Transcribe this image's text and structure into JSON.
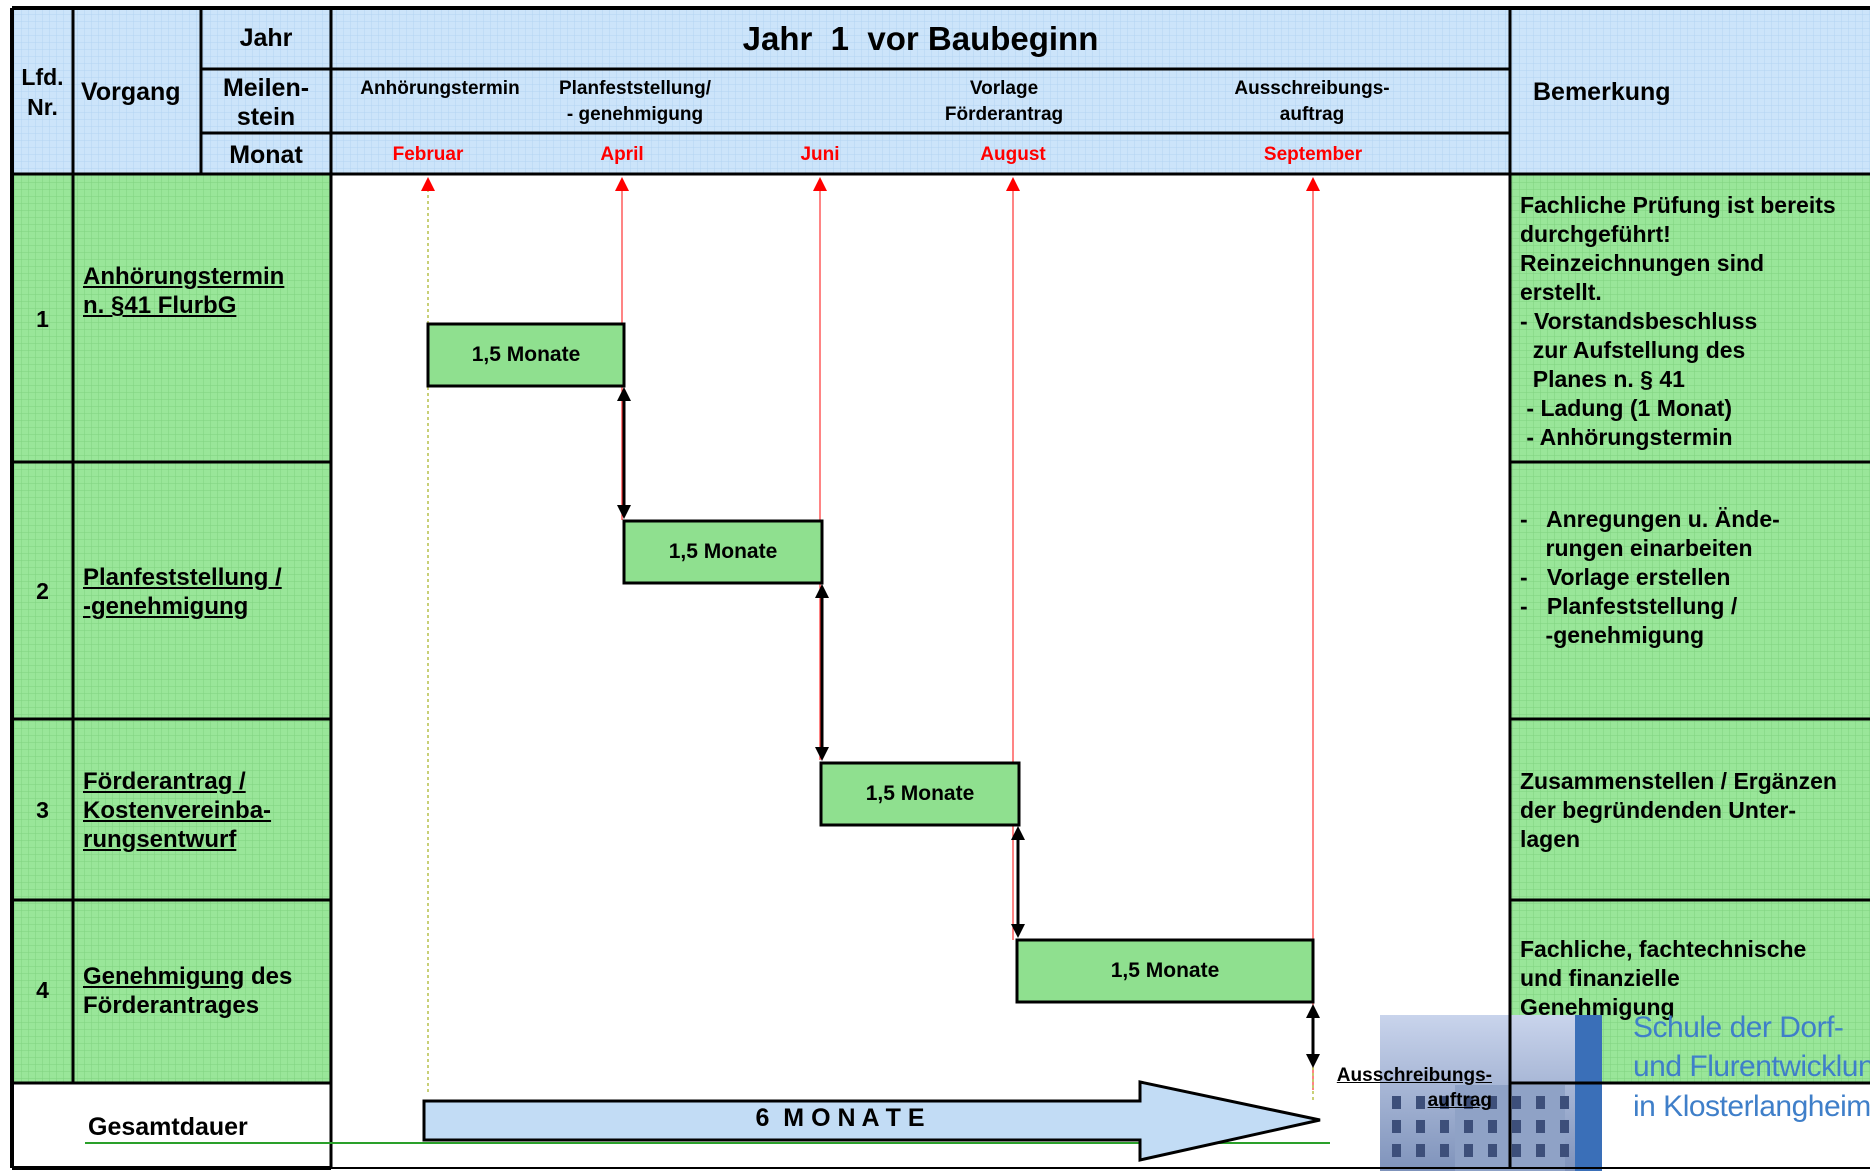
{
  "header": {
    "lfd_nr": "Lfd.\nNr.",
    "vorgang": "Vorgang",
    "jahr_label": "Jahr",
    "jahr_value": "Jahr  1  vor Baubeginn",
    "meilenstein_label": "Meilen-\nstein",
    "monat_label": "Monat",
    "bemerkung": "Bemerkung"
  },
  "milestones": [
    "Anhörungstermin",
    "Planfeststellung/\n- genehmigung",
    "Vorlage\nFörderantrag",
    "Ausschreibungs-\nauftrag"
  ],
  "months": [
    "Februar",
    "April",
    "Juni",
    "August",
    "September"
  ],
  "rows": [
    {
      "nr": "1",
      "vorgang_underlined": "Anhörungstermin\nn. §41 FlurbG",
      "vorgang_plain": "",
      "bemerkung": "Fachliche Prüfung ist bereits\ndurchgeführt!\nReinzeichnungen sind\nerstellt.\n- Vorstandsbeschluss\n  zur Aufstellung des\n  Planes n. § 41\n - Ladung (1 Monat)\n - Anhörungstermin",
      "bar_label": "1,5 Monate"
    },
    {
      "nr": "2",
      "vorgang_underlined": "Planfeststellung /\n-genehmigung",
      "vorgang_plain": "",
      "bemerkung": "-   Anregungen u. Ände-\n    rungen einarbeiten\n-   Vorlage erstellen\n-   Planfeststellung /\n    -genehmigung",
      "bar_label": "1,5 Monate"
    },
    {
      "nr": "3",
      "vorgang_underlined": "Förderantrag /\nKostenvereinba-\nrungsentwurf",
      "vorgang_plain": "",
      "bemerkung": "Zusammenstellen / Ergänzen\nder begründenden Unter-\nlagen",
      "bar_label": "1,5 Monate"
    },
    {
      "nr": "4",
      "vorgang_underlined": "Genehmigung",
      "vorgang_plain": " des\nFörderantrages",
      "bemerkung": "Fachliche, fachtechnische\nund finanzielle\nGenehmigung",
      "bar_label": "1,5 Monate"
    }
  ],
  "footer": {
    "gesamtdauer": "Gesamtdauer",
    "total": "6  M O N A T E",
    "ziel": "Ausschreibungs-\nauftrag"
  },
  "logo": {
    "line1": "Schule der Dorf-",
    "line2": "und Flurentwicklung",
    "line3": "in Klosterlangheim"
  },
  "colors": {
    "header_fill": "#cce4fa",
    "row_fill": "#99e699",
    "bar_fill": "#8fe08f",
    "milestone_line": "#ff3333",
    "arrow_fill": "#c2dcf5",
    "logo_text": "#3f7fc9"
  }
}
